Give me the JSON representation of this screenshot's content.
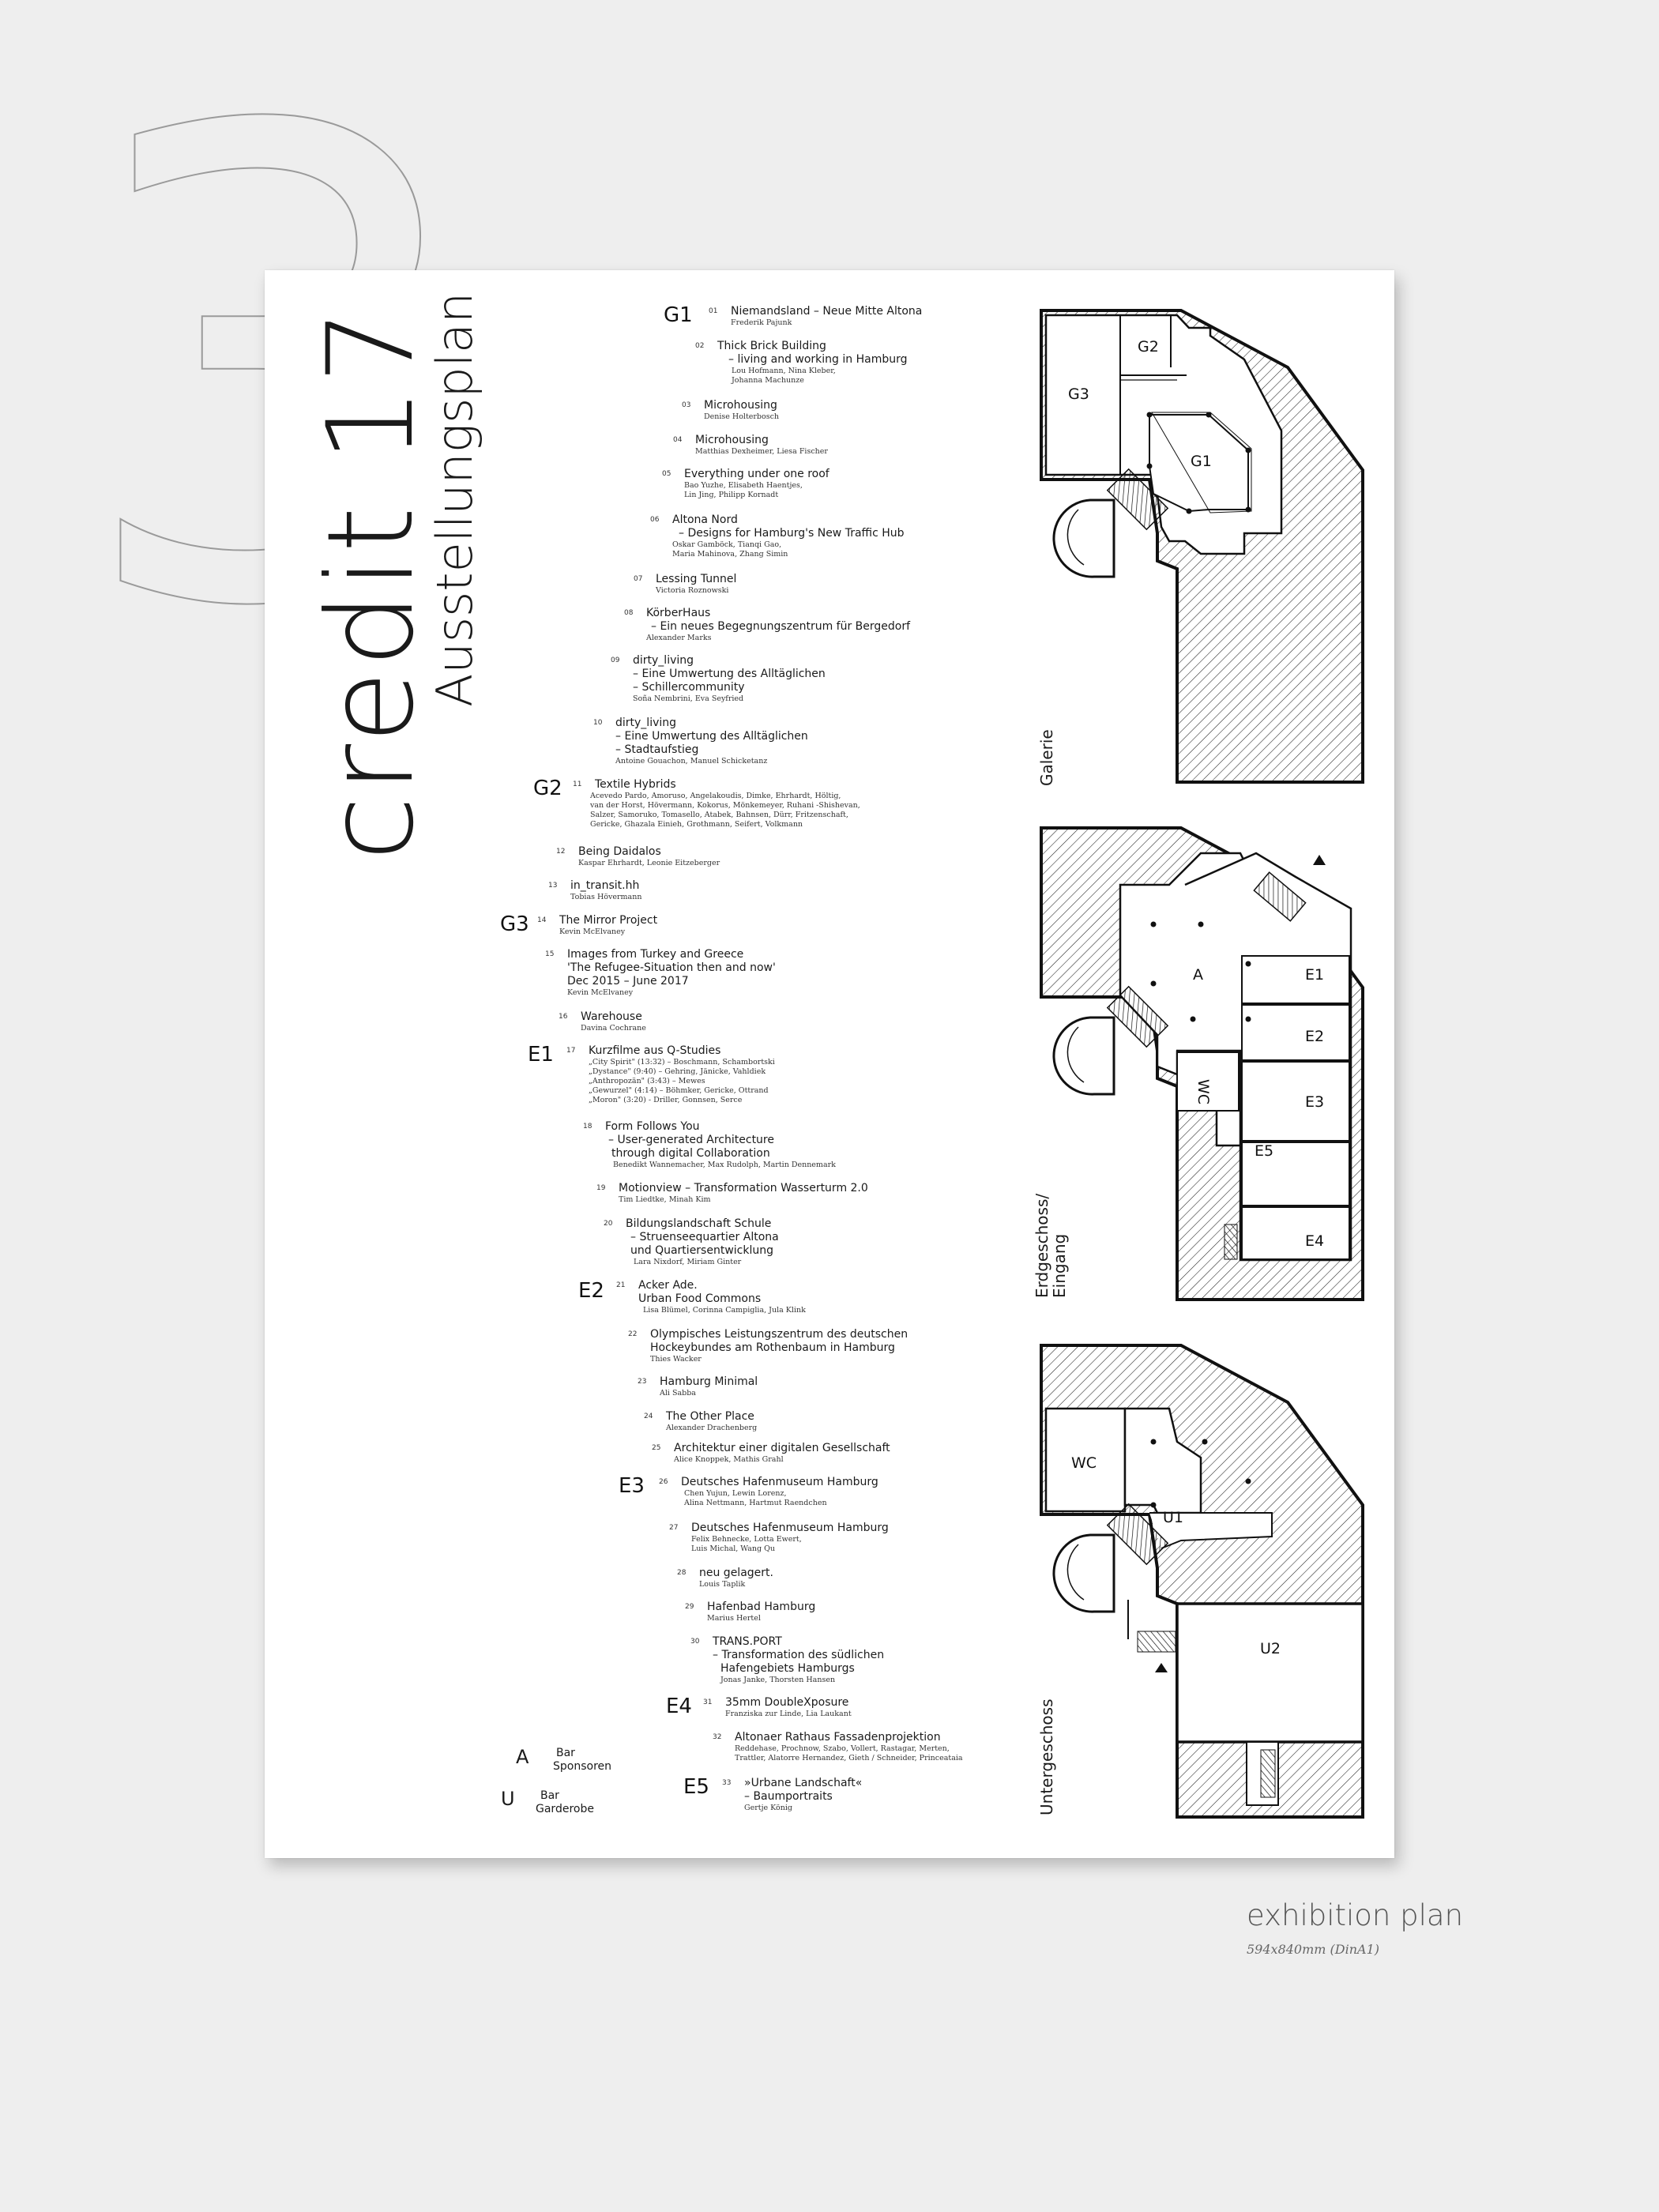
{
  "background_number": "3",
  "poster": {
    "title": "credit 17",
    "subtitle": "Ausstellungsplan"
  },
  "sections": {
    "G1": "G1",
    "G2": "G2",
    "G3": "G3",
    "E1": "E1",
    "E2": "E2",
    "E3": "E3",
    "E4": "E4",
    "E5": "E5"
  },
  "entries": [
    {
      "num": "01",
      "lines": [
        "Niemandsland – Neue Mitte Altona"
      ],
      "names": [
        "Frederik Pajunk"
      ]
    },
    {
      "num": "02",
      "lines": [
        "Thick Brick Building",
        "– living and working in Hamburg"
      ],
      "names": [
        "Lou Hofmann, Nina Kleber,",
        "Johanna Machunze"
      ]
    },
    {
      "num": "03",
      "lines": [
        "Microhousing"
      ],
      "names": [
        "Denise Holterbosch"
      ]
    },
    {
      "num": "04",
      "lines": [
        "Microhousing"
      ],
      "names": [
        "Matthias Dexheimer, Liesa Fischer"
      ]
    },
    {
      "num": "05",
      "lines": [
        "Everything under one roof"
      ],
      "names": [
        "Bao Yuzhe, Elisabeth Haentjes,",
        "Lin Jing, Philipp Kornadt"
      ]
    },
    {
      "num": "06",
      "lines": [
        "Altona Nord",
        "– Designs for Hamburg's New Traffic Hub"
      ],
      "names": [
        "Oskar Gamböck, Tianqi Gao,",
        "Maria Mahinova, Zhang Simin"
      ]
    },
    {
      "num": "07",
      "lines": [
        "Lessing Tunnel"
      ],
      "names": [
        "Victoria Roznowski"
      ]
    },
    {
      "num": "08",
      "lines": [
        "KörberHaus",
        "– Ein neues Begegnungszentrum für Bergedorf"
      ],
      "names": [
        "Alexander Marks"
      ]
    },
    {
      "num": "09",
      "lines": [
        "dirty_living",
        "– Eine Umwertung des Alltäglichen",
        "– Schillercommunity"
      ],
      "names": [
        "Soña Nembrini, Eva Seyfried"
      ]
    },
    {
      "num": "10",
      "lines": [
        "dirty_living",
        "– Eine Umwertung des Alltäglichen",
        "– Stadtaufstieg"
      ],
      "names": [
        "Antoine Gouachon, Manuel Schicketanz"
      ]
    },
    {
      "num": "11",
      "lines": [
        "Textile Hybrids"
      ],
      "names": [
        "Acevedo Pardo, Amoruso, Angelakoudis, Dimke, Ehrhardt, Höltig,",
        "van der Horst, Hövermann, Kokorus, Mönkemeyer, Ruhani -Shishevan,",
        "Salzer, Samoruko, Tomasello, Atabek, Bahnsen, Dürr, Fritzenschaft,",
        "Gericke, Ghazala Einieh, Grothmann, Seifert, Volkmann"
      ]
    },
    {
      "num": "12",
      "lines": [
        "Being Daidalos"
      ],
      "names": [
        "Kaspar Ehrhardt, Leonie Eitzeberger"
      ]
    },
    {
      "num": "13",
      "lines": [
        "in_transit.hh"
      ],
      "names": [
        "Tobias Hövermann"
      ]
    },
    {
      "num": "14",
      "lines": [
        "The Mirror Project"
      ],
      "names": [
        "Kevin McElvaney"
      ]
    },
    {
      "num": "15",
      "lines": [
        "Images from Turkey and Greece",
        "'The Refugee-Situation then and now'",
        "Dec 2015 – June 2017"
      ],
      "names": [
        "Kevin McElvaney"
      ]
    },
    {
      "num": "16",
      "lines": [
        "Warehouse"
      ],
      "names": [
        "Davina Cochrane"
      ]
    },
    {
      "num": "17",
      "lines": [
        "Kurzfilme aus Q-Studies"
      ],
      "names": [
        "„City Spirit\" (13:32) – Boschmann, Schambortski",
        "„Dystance\" (9:40) – Gehring, Jänicke, Vahldiek",
        "„Anthropozän\" (3:43) – Mewes",
        "„Gewurzel\" (4:14) – Böhmker, Gericke, Ottrand",
        "„Moron\" (3:20) - Driller, Gonnsen, Serce"
      ]
    },
    {
      "num": "18",
      "lines": [
        "Form Follows You",
        "– User-generated Architecture",
        "through digital Collaboration"
      ],
      "names": [
        "Benedikt Wannemacher, Max Rudolph, Martin Dennemark"
      ]
    },
    {
      "num": "19",
      "lines": [
        "Motionview – Transformation Wasserturm 2.0"
      ],
      "names": [
        "Tim Liedtke, Minah Kim"
      ]
    },
    {
      "num": "20",
      "lines": [
        "Bildungslandschaft Schule",
        "– Struenseequartier Altona",
        "und Quartiersentwicklung"
      ],
      "names": [
        "Lara Nixdorf, Miriam Ginter"
      ]
    },
    {
      "num": "21",
      "lines": [
        "Acker Ade.",
        "Urban Food Commons"
      ],
      "names": [
        "Lisa Blümel, Corinna Campiglia, Jula Klink"
      ]
    },
    {
      "num": "22",
      "lines": [
        "Olympisches Leistungszentrum des deutschen",
        "Hockeybundes am Rothenbaum in Hamburg"
      ],
      "names": [
        "Thies Wacker"
      ]
    },
    {
      "num": "23",
      "lines": [
        "Hamburg Minimal"
      ],
      "names": [
        "Ali Sabba"
      ]
    },
    {
      "num": "24",
      "lines": [
        "The Other Place"
      ],
      "names": [
        "Alexander Drachenberg"
      ]
    },
    {
      "num": "25",
      "lines": [
        "Architektur einer digitalen Gesellschaft"
      ],
      "names": [
        "Alice Knoppek, Mathis Grahl"
      ]
    },
    {
      "num": "26",
      "lines": [
        "Deutsches Hafenmuseum Hamburg"
      ],
      "names": [
        "Chen Yujun, Lewin Lorenz,",
        "Alina Nettmann, Hartmut Raendchen"
      ]
    },
    {
      "num": "27",
      "lines": [
        "Deutsches Hafenmuseum Hamburg"
      ],
      "names": [
        "Felix Behnecke, Lotta Ewert,",
        "Luis Michal, Wang Qu"
      ]
    },
    {
      "num": "28",
      "lines": [
        "neu gelagert."
      ],
      "names": [
        "Louis Taplik"
      ]
    },
    {
      "num": "29",
      "lines": [
        "Hafenbad Hamburg"
      ],
      "names": [
        "Marius Hertel"
      ]
    },
    {
      "num": "30",
      "lines": [
        "TRANS.PORT",
        "– Transformation des südlichen",
        "Hafengebiets Hamburgs"
      ],
      "names": [
        "Jonas Janke, Thorsten Hansen"
      ]
    },
    {
      "num": "31",
      "lines": [
        "35mm DoubleXposure"
      ],
      "names": [
        "Franziska zur Linde, Lia Laukant"
      ]
    },
    {
      "num": "32",
      "lines": [
        "Altonaer Rathaus Fassadenprojektion"
      ],
      "names": [
        "Reddehase, Prochnow, Szabo, Vollert, Rastagar, Merten,",
        "Trattler, Alatorre Hernandez, Gieth / Schneider, Princeataia"
      ]
    },
    {
      "num": "33",
      "lines": [
        "»Urbane Landschaft«",
        "– Baumportraits"
      ],
      "names": [
        "Gertje König"
      ]
    }
  ],
  "legend": {
    "a_letter": "A",
    "a_line1": "Bar",
    "a_line2": "Sponsoren",
    "u_letter": "U",
    "u_line1": "Bar",
    "u_line2": "Garderobe"
  },
  "floors": {
    "galerie": {
      "label": "Galerie",
      "rooms": {
        "g1": "G1",
        "g2": "G2",
        "g3": "G3"
      }
    },
    "erdgeschoss": {
      "label_line1": "Erdgeschoss/",
      "label_line2": "Eingang",
      "rooms": {
        "a": "A",
        "e1": "E1",
        "e2": "E2",
        "e3": "E3",
        "e4": "E4",
        "e5": "E5",
        "wc": "WC"
      }
    },
    "untergeschoss": {
      "label": "Untergeschoss",
      "rooms": {
        "wc": "WC",
        "u1": "U1",
        "u2": "U2"
      }
    }
  },
  "caption": {
    "title": "exhibition plan",
    "subtitle": "594x840mm (DinA1)"
  },
  "colors": {
    "page_background": "#eeeeee",
    "poster": "#ffffff",
    "ink": "#1a1a1a",
    "outline_number": "#9a9a9a"
  }
}
